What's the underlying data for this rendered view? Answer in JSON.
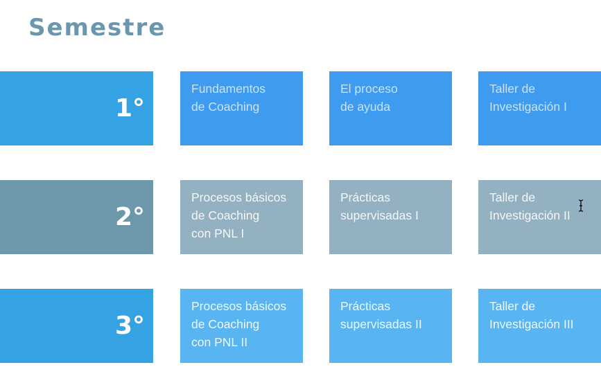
{
  "title": "Semestre",
  "colors": {
    "title": "#6a97ad",
    "semester_blue": "#34a2e3",
    "semester_gray": "#6d97ab",
    "row1_course": "#3f9bf0",
    "row2_course": "#94b1c1",
    "row3_course": "#58b5f2"
  },
  "semesters": [
    {
      "label": "1°",
      "courses": [
        "Fundamentos\nde Coaching",
        "El proceso\nde ayuda",
        "Taller de\nInvestigación I"
      ]
    },
    {
      "label": "2°",
      "courses": [
        "Procesos básicos\nde Coaching\ncon PNL I",
        "Prácticas\nsupervisadas I",
        "Taller de\nInvestigación II"
      ]
    },
    {
      "label": "3°",
      "courses": [
        "Procesos básicos\nde Coaching\ncon PNL II",
        "Prácticas\nsupervisadas II",
        "Taller de\nInvestigación III"
      ]
    }
  ],
  "cursor": "text-cursor-icon"
}
